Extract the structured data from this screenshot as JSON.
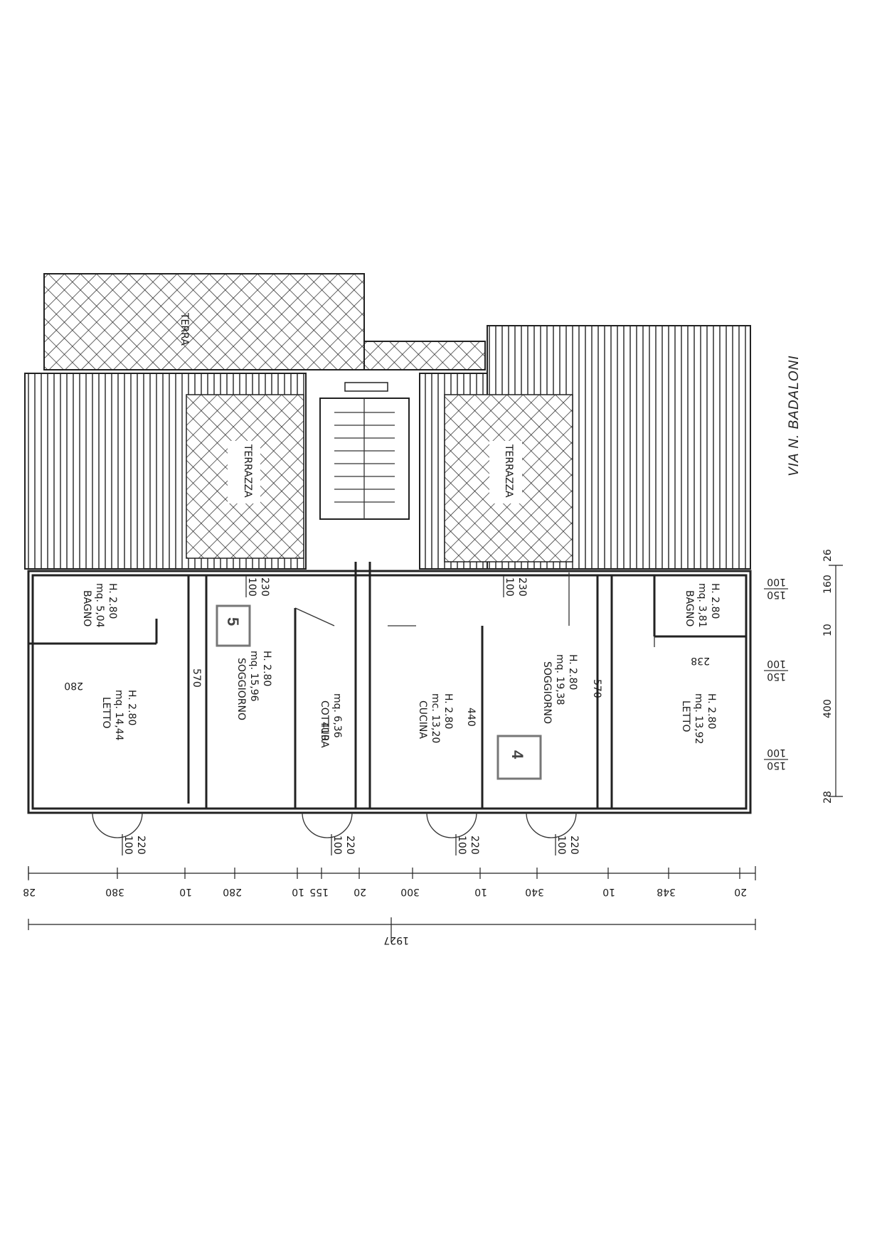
{
  "street": "VIA N. BADALONI",
  "terrace_label": "TERRAZZA",
  "terrace_top_partial": "TERRA",
  "unit_numbers": [
    "5",
    "4"
  ],
  "rooms": {
    "bagno_left": {
      "name": "BAGNO",
      "area": "mq. 5,04",
      "height": "H. 2.80"
    },
    "letto_left": {
      "name": "LETTO",
      "area": "mq. 14,44",
      "height": "H. 2.80"
    },
    "soggiorno_5": {
      "name": "SOGGIORNO",
      "area": "mq. 15,96",
      "height": "H. 2.80"
    },
    "cottura": {
      "name": "COTTURA",
      "area": "mq. 6,36"
    },
    "cucina": {
      "name": "CUCINA",
      "area": "mc. 13,20",
      "height": "H. 2.80"
    },
    "soggiorno_4": {
      "name": "SOGGIORNO",
      "area": "mq. 19,38",
      "height": "H. 2.80"
    },
    "letto_right": {
      "name": "LETTO",
      "area": "mq. 13,92",
      "height": "H. 2.80"
    },
    "bagno_right": {
      "name": "BAGNO",
      "area": "mq. 3,81",
      "height": "H. 2.80"
    }
  },
  "inner_dims": {
    "d280": "280",
    "d570a": "570",
    "d410": "410",
    "d440": "440",
    "d570b": "570",
    "d238": "238"
  },
  "openings": {
    "door_top": [
      "100",
      "230"
    ],
    "door_bottom": [
      "100",
      "220"
    ]
  },
  "bottom_chain": [
    "28",
    "380",
    "10",
    "280",
    "10",
    "155",
    "20",
    "300",
    "10",
    "340",
    "10",
    "348",
    "20"
  ],
  "overall": "1927",
  "right_chain": [
    "28",
    "400",
    "10",
    "160",
    "26"
  ],
  "right_windows": [
    "150",
    "100"
  ]
}
